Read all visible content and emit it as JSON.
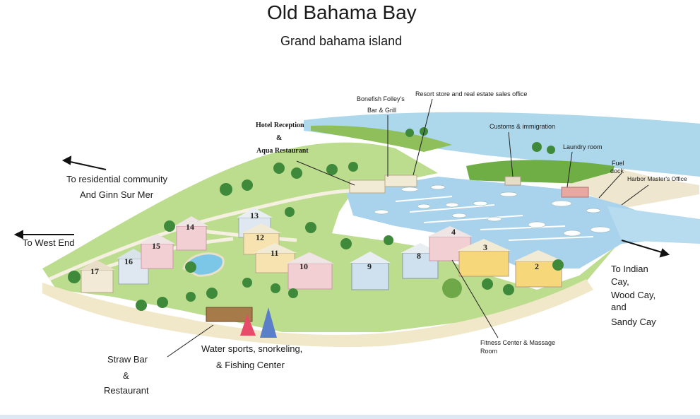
{
  "title": "Old Bahama Bay",
  "subtitle": "Grand bahama island",
  "labels": {
    "bonefish_1": "Bonefish Folley's",
    "bonefish_2": "Bar & Grill",
    "resort_store": "Resort store and real estate sales office",
    "customs": "Customs & immigration",
    "laundry": "Laundry room",
    "fuel_1": "Fuel",
    "fuel_2": "dock",
    "harbor_master": "Harbor Master's Office",
    "hotel_1": "Hotel Reception",
    "hotel_amp": "&",
    "hotel_2": "Aqua Restaurant",
    "residential_1": "To residential community",
    "residential_2": "And Ginn Sur Mer",
    "west_end": "To West End",
    "indian_1": "To Indian",
    "indian_2": "Cay,",
    "indian_3": "Wood Cay,",
    "indian_4": "and",
    "indian_5": "Sandy Cay",
    "fitness_1": "Fitness Center & Massage",
    "fitness_2": "Room",
    "water_1": "Water sports, snorkeling,",
    "water_2": "& Fishing Center",
    "straw_1": "Straw Bar",
    "straw_amp": "&",
    "straw_2": "Restaurant"
  },
  "buildings": [
    "2",
    "3",
    "4",
    "8",
    "9",
    "10",
    "11",
    "12",
    "13",
    "14",
    "15",
    "16",
    "17"
  ],
  "colors": {
    "sea": "#8fc3e0",
    "marina": "#a9d2ea",
    "grass": "#b7d98a",
    "sand": "#efe2c2",
    "palm": "#3f8a3a"
  }
}
